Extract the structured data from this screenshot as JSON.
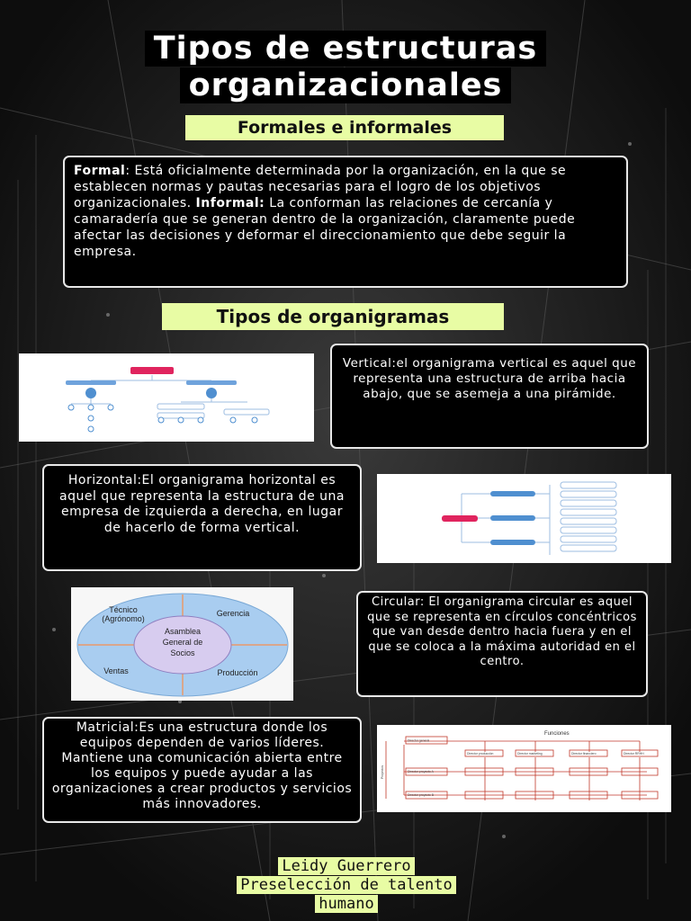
{
  "title": {
    "line1": "Tipos de estructuras",
    "line2": "organizacionales"
  },
  "section1_label": "Formales e informales",
  "formal_box": {
    "formal_term": "Formal",
    "formal_text": ": Está oficialmente determinada por la organización, en la que se establecen normas y pautas necesarias para el logro de los objetivos organizacionales.",
    "informal_term": "Informal:",
    "informal_text": " La conforman las relaciones de cercanía y camaradería que se generan dentro de la organización, claramente puede afectar las decisiones y deformar el direccionamiento que debe seguir la empresa."
  },
  "section2_label": "Tipos de organigramas",
  "vertical_text": "Vertical:el organigrama vertical es aquel que representa una estructura de arriba hacia abajo, que se asemeja a una pirámide.",
  "horizontal_text": "Horizontal:El organigrama horizontal es aquel que representa la estructura de una empresa de izquierda a derecha, en lugar de hacerlo de forma vertical.",
  "circular_text": "Circular: El organigrama circular es aquel que se representa en círculos concéntricos que van desde dentro hacia fuera y en el que se coloca a la máxima autoridad en el centro.",
  "matricial_text": "Matricial:Es una estructura donde los equipos dependen de varios líderes. Mantiene una comunicación abierta entre los equipos y puede ayudar a las organizaciones a crear productos y servicios más innovadores.",
  "circular_diagram": {
    "center": [
      "Asamblea",
      "General de",
      "Socios"
    ],
    "top_left": [
      "Técnico",
      "(Agrónomo)"
    ],
    "top_right": "Gerencia",
    "bottom_left": "Ventas",
    "bottom_right": "Producción"
  },
  "matrix_diagram": {
    "header": "Funciones",
    "director_general": "Director general",
    "directors": [
      "Director producción",
      "Director marketing",
      "Director financiero",
      "Director RRHH"
    ],
    "side_label": "Proyectos",
    "project_a": "Director proyecto A",
    "project_b": "Director proyecto B"
  },
  "footer": {
    "line1": "Leidy Guerrero",
    "line2": "Preselección de talento",
    "line3": "humano"
  },
  "colors": {
    "accent_tag": "#e8fca4",
    "chart_pink": "#e0245e",
    "chart_blue": "#4f8fd0",
    "chart_red": "#c0392b"
  }
}
